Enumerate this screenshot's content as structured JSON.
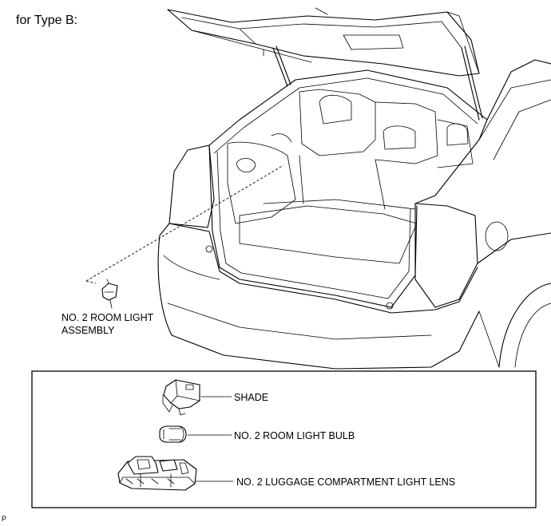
{
  "title": "for Type B:",
  "callouts": {
    "assembly_line1": "NO. 2 ROOM LIGHT",
    "assembly_line2": "ASSEMBLY",
    "shade": "SHADE",
    "bulb": "NO. 2 ROOM LIGHT BULB",
    "lens": "NO. 2 LUGGAGE COMPARTMENT LIGHT LENS"
  },
  "figure_id": "P"
}
